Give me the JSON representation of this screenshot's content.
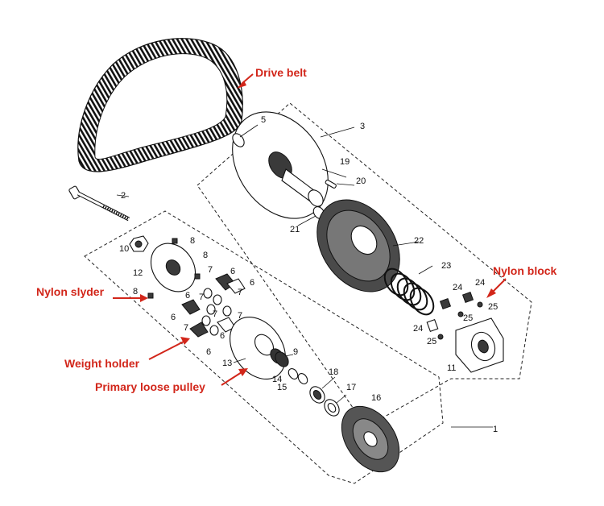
{
  "labels": {
    "drive_belt": "Drive belt",
    "nylon_block": "Nylon block",
    "nylon_slyder": "Nylon slyder",
    "weight_holder": "Weight holder",
    "primary_loose_pulley": "Primary loose pulley"
  },
  "part_numbers": {
    "n1": "1",
    "n2": "2",
    "n3": "3",
    "n5": "5",
    "n6a": "6",
    "n6b": "6",
    "n6c": "6",
    "n6d": "6",
    "n6e": "6",
    "n6f": "6",
    "n7a": "7",
    "n7b": "7",
    "n7c": "7",
    "n7d": "7",
    "n7e": "7",
    "n7f": "7",
    "n8a": "8",
    "n8b": "8",
    "n8c": "8",
    "n9": "9",
    "n10": "10",
    "n11": "11",
    "n12": "12",
    "n13": "13",
    "n14": "14",
    "n15": "15",
    "n16": "16",
    "n17": "17",
    "n18": "18",
    "n19": "19",
    "n20": "20",
    "n21": "21",
    "n22": "22",
    "n23": "23",
    "n24a": "24",
    "n24b": "24",
    "n24c": "24",
    "n25a": "25",
    "n25b": "25",
    "n25c": "25"
  },
  "colors": {
    "annotation": "#d2261a",
    "line": "#111111"
  }
}
